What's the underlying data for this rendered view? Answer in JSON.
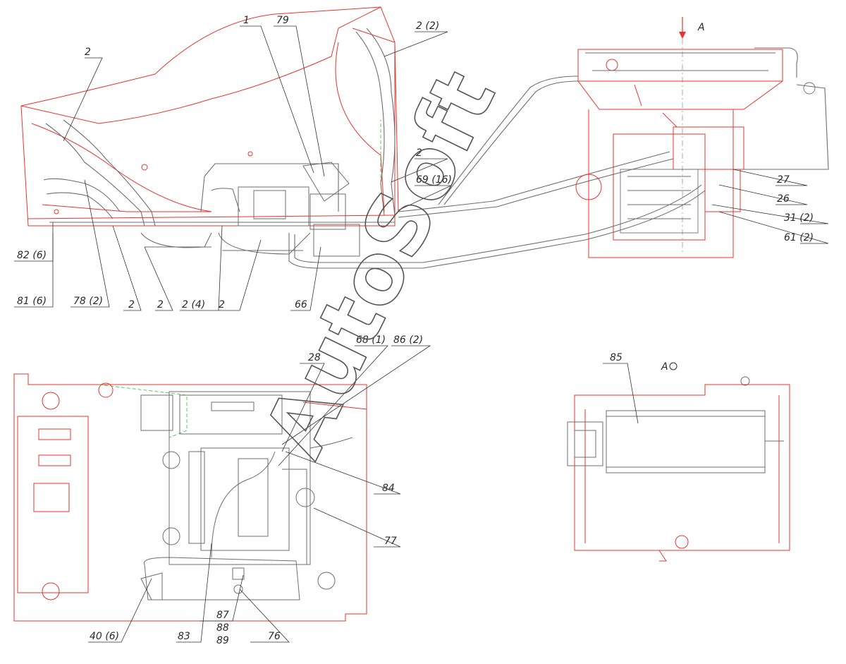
{
  "view_title": "A",
  "view_arrow_label": "A",
  "watermark": "AutoSoft",
  "callouts_top": [
    "2",
    "1",
    "79",
    "2 (2)",
    "2",
    "69 (16)",
    "27",
    "26",
    "31 (2)",
    "61 (2)",
    "82 (6)",
    "81 (6)",
    "78 (2)",
    "2",
    "2",
    "2 (4)",
    "2",
    "66"
  ],
  "callouts_bottom": [
    "68 (1)",
    "86 (2)",
    "28",
    "84",
    "77",
    "40 (6)",
    "83",
    "87",
    "88",
    "89",
    "76",
    "85"
  ],
  "colors": {
    "drawing_red": "#e8342c",
    "drawing_gray": "#6e6e6e",
    "leader_gray": "#333333",
    "accent_green": "#3cb43c"
  }
}
